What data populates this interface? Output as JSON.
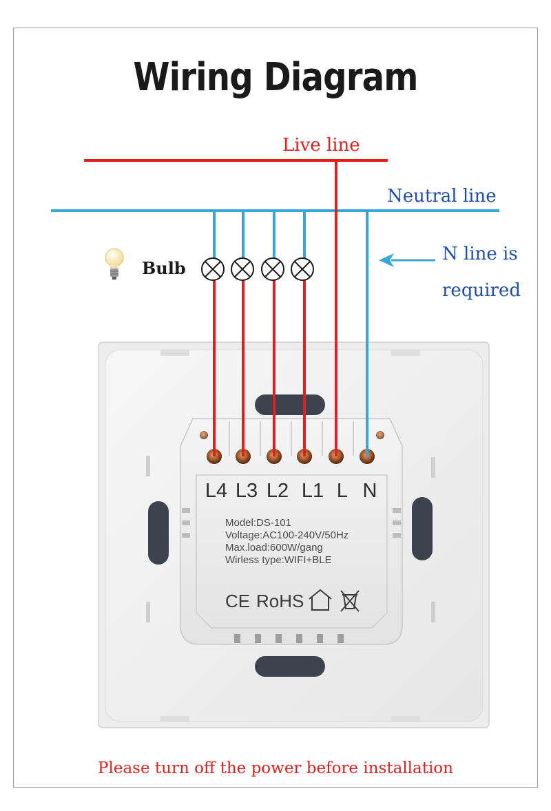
{
  "title": "Wiring Diagram",
  "lines": {
    "live": "Live line",
    "neutral": "Neutral line"
  },
  "bulb_label": "Bulb",
  "n_required": {
    "line1": "N line is",
    "line2": "required"
  },
  "terminals": [
    "L4",
    "L3",
    "L2",
    "L1",
    "L",
    "N"
  ],
  "specs": {
    "model": "Model:DS-101",
    "voltage": "Voltage:AC100-240V/50Hz",
    "max_load": "Max.load:600W/gang",
    "wireless": "Wirless type:WIFI+BLE"
  },
  "certifications": {
    "ce": "CE",
    "rohs": "RoHS"
  },
  "warning": "Please turn off the power before installation",
  "colors": {
    "live": "#e0201f",
    "neutral": "#3aa6d8",
    "label_blue": "#1f4fa8",
    "switch_body": "#ececec"
  },
  "icons": [
    "bulb-icon",
    "house-icon",
    "weee-bin-icon",
    "arrow-left-icon"
  ]
}
